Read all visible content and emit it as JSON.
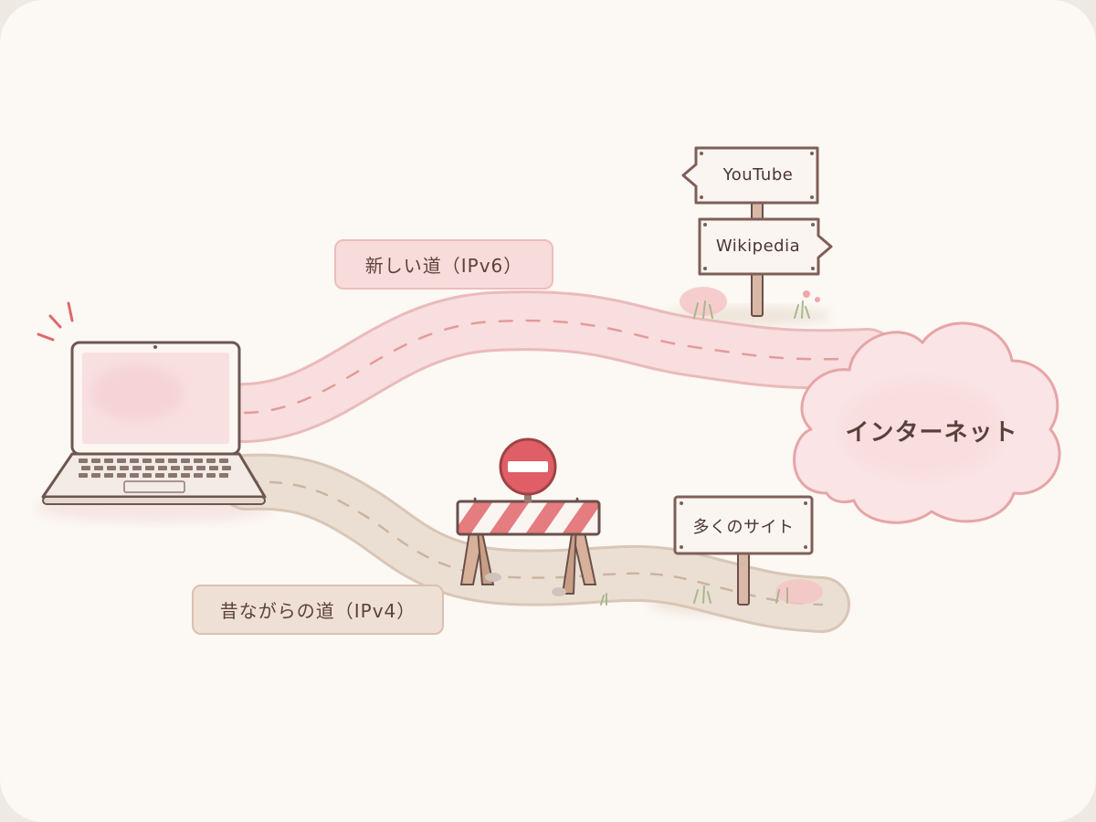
{
  "roads": {
    "new_road_label": "新しい道（IPv6）",
    "old_road_label": "昔ながらの道（IPv4）"
  },
  "signs": {
    "youtube": "YouTube",
    "wikipedia": "Wikipedia",
    "many_sites": "多くのサイト"
  },
  "cloud": {
    "label": "インターネット"
  },
  "icons": [
    "laptop-icon",
    "cloud-icon",
    "no-entry-icon",
    "barrier-icon",
    "signpost-icon"
  ],
  "colors": {
    "background": "#fcf8f4",
    "ipv6_road": "#f7dcdc",
    "ipv4_road": "#e7d9cc",
    "accent_red": "#e0686a",
    "text_brown": "#5c423a"
  }
}
